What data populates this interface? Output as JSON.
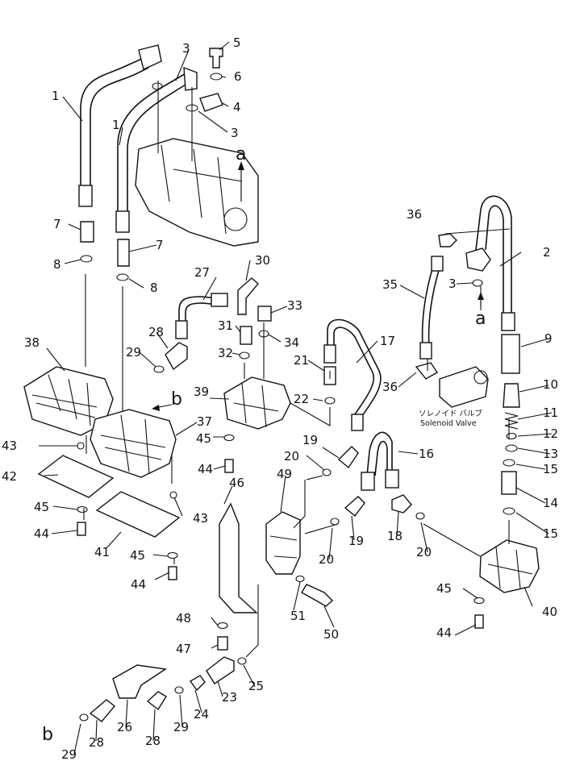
{
  "callouts": [
    {
      "id": "c1a",
      "text": "1"
    },
    {
      "id": "c1b",
      "text": "1"
    },
    {
      "id": "c2",
      "text": "2"
    },
    {
      "id": "c3a",
      "text": "3"
    },
    {
      "id": "c3b",
      "text": "3"
    },
    {
      "id": "c3c",
      "text": "3"
    },
    {
      "id": "c4",
      "text": "4"
    },
    {
      "id": "c5",
      "text": "5"
    },
    {
      "id": "c6",
      "text": "6"
    },
    {
      "id": "c7a",
      "text": "7"
    },
    {
      "id": "c7b",
      "text": "7"
    },
    {
      "id": "c8a",
      "text": "8"
    },
    {
      "id": "c8b",
      "text": "8"
    },
    {
      "id": "c9",
      "text": "9"
    },
    {
      "id": "c10",
      "text": "10"
    },
    {
      "id": "c11",
      "text": "11"
    },
    {
      "id": "c12",
      "text": "12"
    },
    {
      "id": "c13",
      "text": "13"
    },
    {
      "id": "c14",
      "text": "14"
    },
    {
      "id": "c15a",
      "text": "15"
    },
    {
      "id": "c15b",
      "text": "15"
    },
    {
      "id": "c16",
      "text": "16"
    },
    {
      "id": "c17",
      "text": "17"
    },
    {
      "id": "c18",
      "text": "18"
    },
    {
      "id": "c19a",
      "text": "19"
    },
    {
      "id": "c19b",
      "text": "19"
    },
    {
      "id": "c20a",
      "text": "20"
    },
    {
      "id": "c20b",
      "text": "20"
    },
    {
      "id": "c20c",
      "text": "20"
    },
    {
      "id": "c21",
      "text": "21"
    },
    {
      "id": "c22",
      "text": "22"
    },
    {
      "id": "c23",
      "text": "23"
    },
    {
      "id": "c24",
      "text": "24"
    },
    {
      "id": "c25",
      "text": "25"
    },
    {
      "id": "c26",
      "text": "26"
    },
    {
      "id": "c27",
      "text": "27"
    },
    {
      "id": "c28a",
      "text": "28"
    },
    {
      "id": "c28b",
      "text": "28"
    },
    {
      "id": "c28c",
      "text": "28"
    },
    {
      "id": "c29a",
      "text": "29"
    },
    {
      "id": "c29b",
      "text": "29"
    },
    {
      "id": "c29c",
      "text": "29"
    },
    {
      "id": "c30",
      "text": "30"
    },
    {
      "id": "c31",
      "text": "31"
    },
    {
      "id": "c32",
      "text": "32"
    },
    {
      "id": "c33",
      "text": "33"
    },
    {
      "id": "c34",
      "text": "34"
    },
    {
      "id": "c35",
      "text": "35"
    },
    {
      "id": "c36a",
      "text": "36"
    },
    {
      "id": "c36b",
      "text": "36"
    },
    {
      "id": "c37",
      "text": "37"
    },
    {
      "id": "c38",
      "text": "38"
    },
    {
      "id": "c39",
      "text": "39"
    },
    {
      "id": "c40",
      "text": "40"
    },
    {
      "id": "c41",
      "text": "41"
    },
    {
      "id": "c42",
      "text": "42"
    },
    {
      "id": "c43a",
      "text": "43"
    },
    {
      "id": "c43b",
      "text": "43"
    },
    {
      "id": "c44a",
      "text": "44"
    },
    {
      "id": "c44b",
      "text": "44"
    },
    {
      "id": "c44c",
      "text": "44"
    },
    {
      "id": "c44d",
      "text": "44"
    },
    {
      "id": "c45a",
      "text": "45"
    },
    {
      "id": "c45b",
      "text": "45"
    },
    {
      "id": "c45c",
      "text": "45"
    },
    {
      "id": "c45d",
      "text": "45"
    },
    {
      "id": "c46",
      "text": "46"
    },
    {
      "id": "c47",
      "text": "47"
    },
    {
      "id": "c48",
      "text": "48"
    },
    {
      "id": "c49",
      "text": "49"
    },
    {
      "id": "c50",
      "text": "50"
    },
    {
      "id": "c51",
      "text": "51"
    }
  ],
  "markers": {
    "a1": "a",
    "a2": "a",
    "b1": "b",
    "b2": "b"
  },
  "solenoid": {
    "jp": "ソレノイド バルブ",
    "en": "Solenoid Valve"
  }
}
